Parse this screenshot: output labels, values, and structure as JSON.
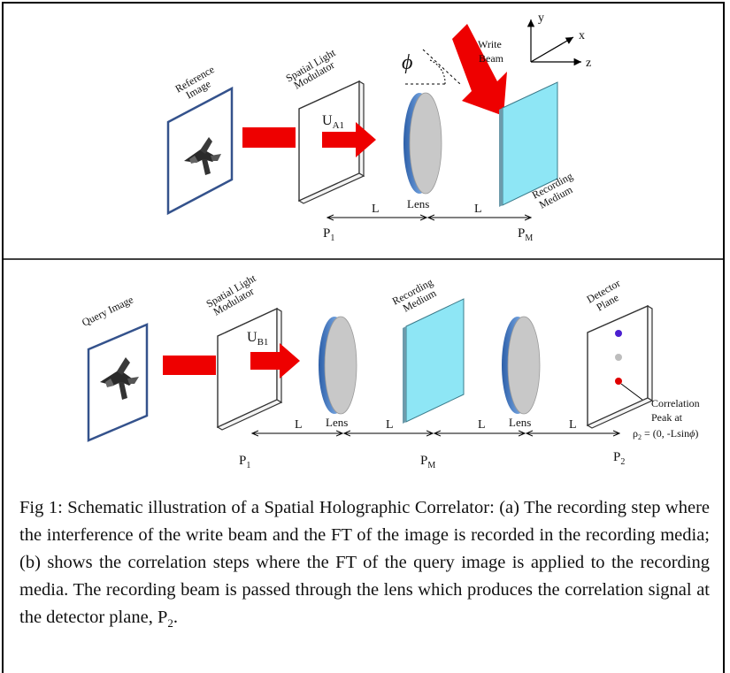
{
  "top_diagram": {
    "reference_image": [
      "Reference",
      "Image"
    ],
    "slm": [
      "Spatial Light",
      "Modulator"
    ],
    "beam_label": "U",
    "beam_sub": "A1",
    "lens": "Lens",
    "angle_symbol": "ϕ",
    "write_beam": [
      "Write",
      "Beam"
    ],
    "recording_medium": [
      "Recording",
      "Medium"
    ],
    "dist_1": "L",
    "dist_2": "L",
    "plane_1": "P",
    "plane_1_sub": "1",
    "plane_m": "P",
    "plane_m_sub": "M",
    "axes": {
      "y": "y",
      "x": "x",
      "z": "z"
    }
  },
  "bottom_diagram": {
    "query_image": "Query Image",
    "slm": [
      "Spatial Light",
      "Modulator"
    ],
    "beam_label": "U",
    "beam_sub": "B1",
    "recording_medium": [
      "Recording",
      "Medium"
    ],
    "detector": [
      "Detector",
      "Plane"
    ],
    "lens_1": "Lens",
    "lens_2": "Lens",
    "dist": [
      "L",
      "L",
      "L",
      "L"
    ],
    "plane_1": "P",
    "plane_1_sub": "1",
    "plane_m": "P",
    "plane_m_sub": "M",
    "plane_2": "P",
    "plane_2_sub": "2",
    "peak": [
      "Correlation",
      "Peak at"
    ],
    "peak_formula_pre": "ρ",
    "peak_formula_sub": "2",
    "peak_formula_post": " = (0, -Lsin",
    "peak_formula_phi": "ϕ",
    "peak_formula_end": ")"
  },
  "caption": {
    "text": "Fig 1:  Schematic illustration of a Spatial Holographic Correlator: (a) The recording step where the interference of the write beam and the FT of the image is recorded in the recording media; (b) shows the correlation steps where the FT of the query image is applied to the recording media. The recording beam is passed through the lens which produces the correlation signal at the detector plane, P",
    "sub": "2",
    "end": "."
  },
  "colors": {
    "beam": "#ee0000",
    "medium": "#8ee6f5",
    "lens_face": "#c8c8c8",
    "lens_edge": "#4f7fc0",
    "frame_blue": "#34528c",
    "dot_top": "#4b1fd0",
    "dot_mid": "#bdbdbd",
    "dot_bot": "#e00000"
  }
}
